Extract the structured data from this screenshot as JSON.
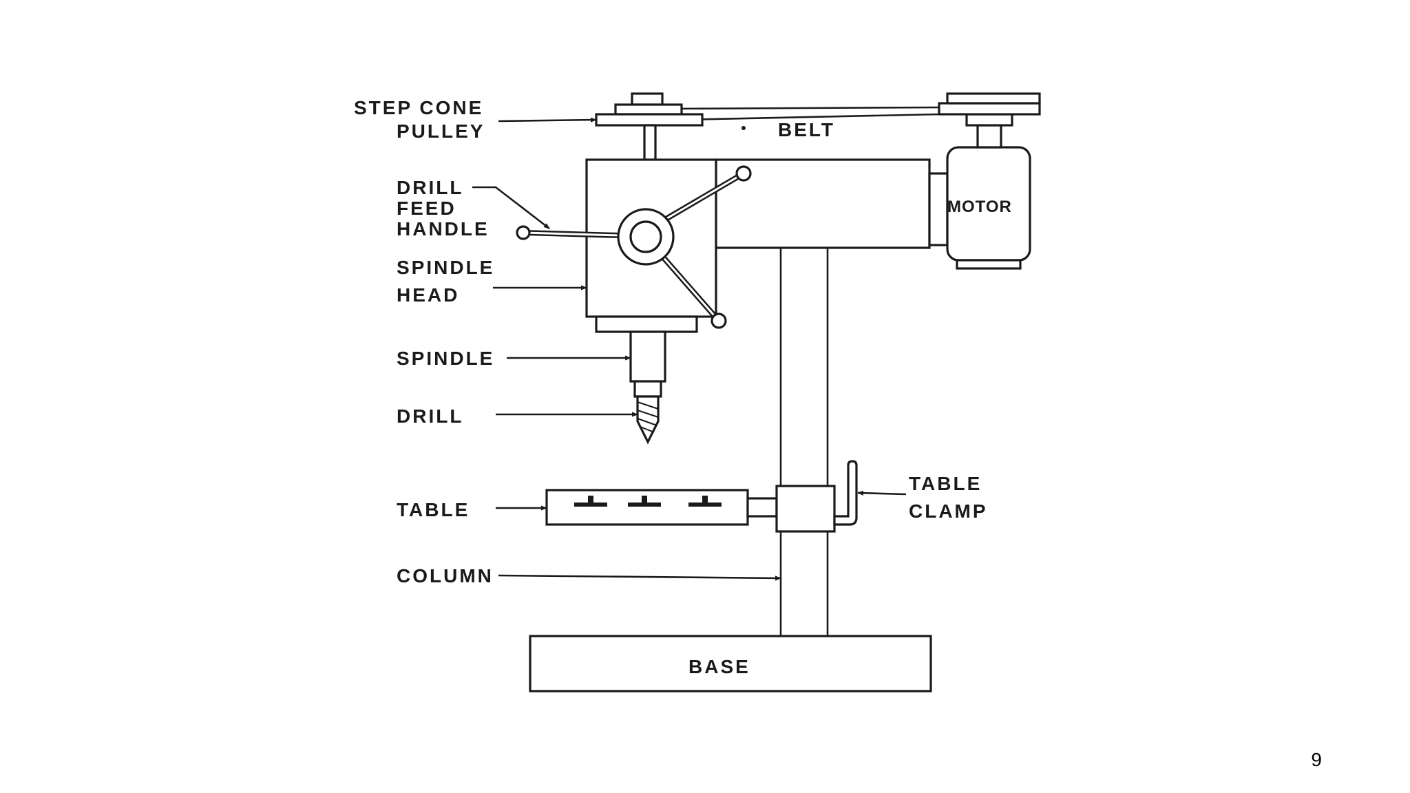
{
  "diagram": {
    "labels": {
      "step_cone_pulley_1": "STEP CONE",
      "step_cone_pulley_2": "PULLEY",
      "belt": "BELT",
      "drill_feed_handle_1": "DRILL",
      "drill_feed_handle_2": "FEED",
      "drill_feed_handle_3": "HANDLE",
      "spindle_head_1": "SPINDLE",
      "spindle_head_2": "HEAD",
      "spindle": "SPINDLE",
      "drill": "DRILL",
      "table": "TABLE",
      "column": "COLUMN",
      "base": "BASE",
      "motor": "MOTOR",
      "table_clamp_1": "TABLE",
      "table_clamp_2": "CLAMP"
    }
  },
  "page": {
    "number": "9"
  }
}
